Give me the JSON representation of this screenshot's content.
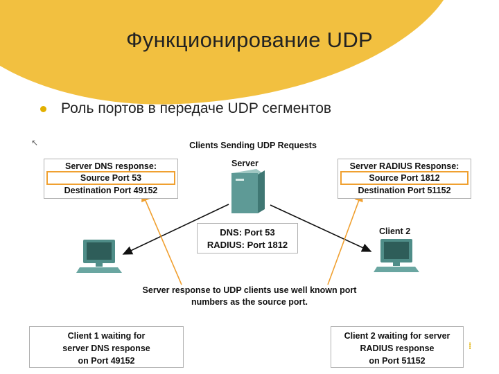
{
  "slide": {
    "title": "Функционирование UDP",
    "bullet": "Роль портов в передаче UDP сегментов",
    "accent_color": "#f2c040"
  },
  "diagram": {
    "title": "Clients Sending UDP  Requests",
    "server_label": "Server",
    "client2_label": "Client 2",
    "dns_response": {
      "heading": "Server DNS response:",
      "source": "Source Port 53",
      "destination": "Destination Port 49152"
    },
    "radius_response": {
      "heading": "Server RADIUS Response:",
      "source": "Source Port 1812",
      "destination": "Destination Port 51152"
    },
    "server_ports": {
      "dns": "DNS: Port 53",
      "radius": "RADIUS: Port 1812"
    },
    "caption_line1": "Server response to UDP clients use well known port",
    "caption_line2": "numbers as the source port.",
    "client1_wait": [
      "Client 1 waiting for",
      "server DNS response",
      "on Port 49152"
    ],
    "client2_wait": [
      "Client 2 waiting for server",
      "RADIUS response",
      "on Port 51152"
    ],
    "highlight_color": "#f0a030",
    "arrow_color": "#111111"
  }
}
